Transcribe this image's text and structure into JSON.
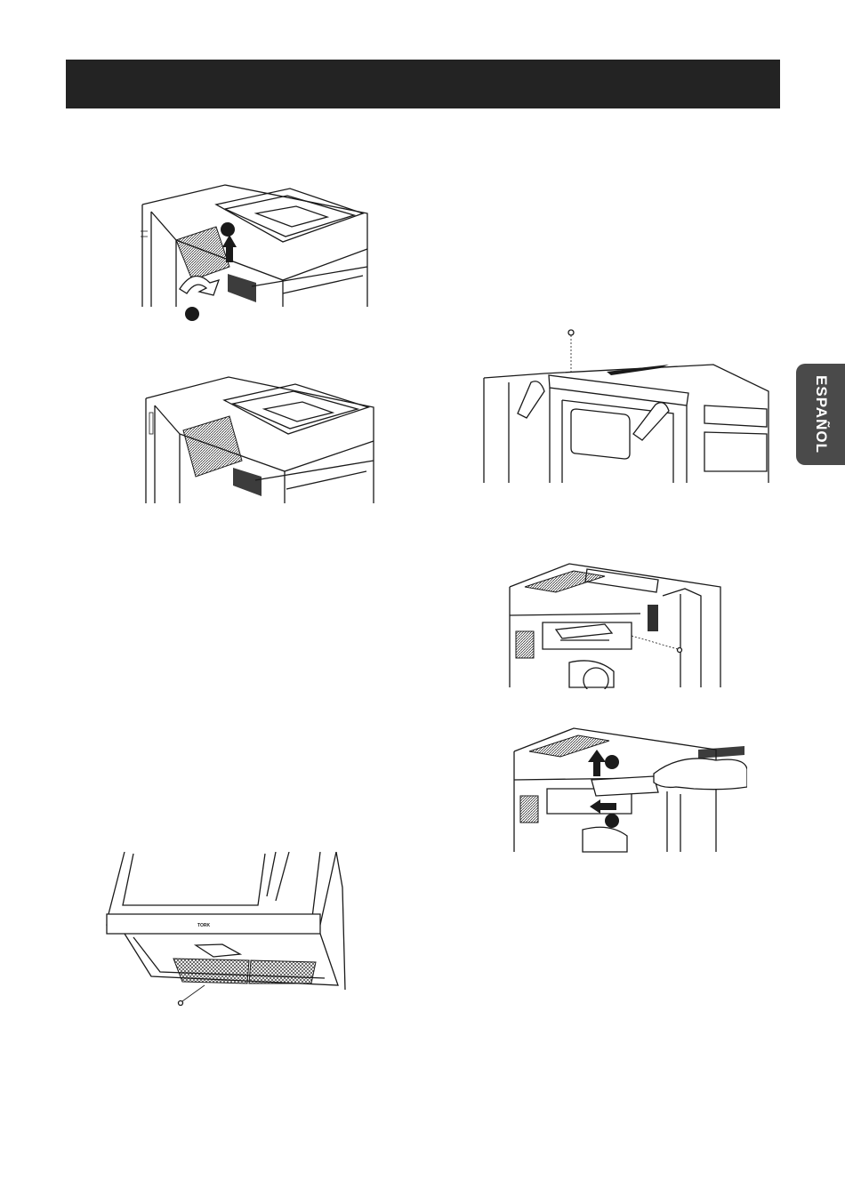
{
  "header": {
    "title": ""
  },
  "side_tab": {
    "label": "ESPAÑOL"
  },
  "figures": [
    {
      "id": "grille-removal",
      "step_markers": 2
    },
    {
      "id": "grille-installed",
      "step_markers": 0
    },
    {
      "id": "filter-underside",
      "brand_mark": "TORK"
    },
    {
      "id": "door-panel-removal",
      "step_markers": 0
    },
    {
      "id": "light-cover-closeup",
      "step_markers": 0
    },
    {
      "id": "light-cover-removal",
      "step_markers": 2
    }
  ]
}
